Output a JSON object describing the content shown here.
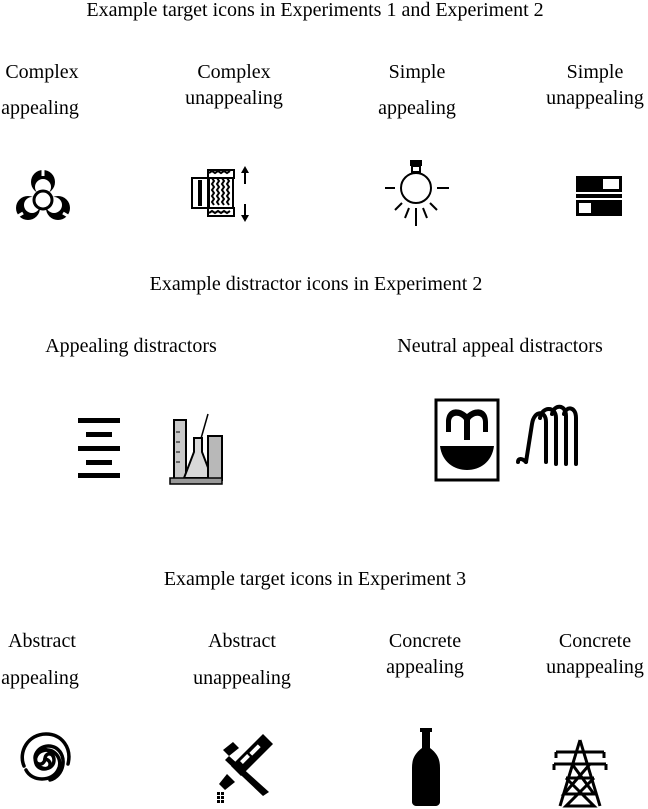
{
  "section1": {
    "heading": "Example target icons in Experiments 1 and Experiment 2",
    "labels": {
      "complex_appealing": {
        "line1": "Complex",
        "line2": "appealing"
      },
      "complex_unappealing": {
        "line1": "Complex",
        "line2": "unappealing"
      },
      "simple_appealing": {
        "line1": "Simple",
        "line2": "appealing"
      },
      "simple_unappealing": {
        "line1": "Simple",
        "line2": "unappealing"
      }
    },
    "icons": [
      "biohazard-icon",
      "compressor-icon",
      "light-bulb-icon",
      "blocks-icon"
    ]
  },
  "section2": {
    "heading": "Example distractor icons in Experiment 2",
    "appealing_label": "Appealing distractors",
    "neutral_label": "Neutral appeal distractors",
    "icons": [
      "center-align-icon",
      "lab-glassware-icon",
      "fountain-icon",
      "wave-hand-icon"
    ]
  },
  "section3": {
    "heading": "Example target icons in Experiment 3",
    "labels": {
      "abstract_appealing": {
        "line1": "Abstract",
        "line2": "appealing"
      },
      "abstract_unappealing": {
        "line1": "Abstract",
        "line2": "unappealing"
      },
      "concrete_appealing": {
        "line1": "Concrete",
        "line2": "appealing"
      },
      "concrete_unappealing": {
        "line1": "Concrete",
        "line2": "unappealing"
      }
    },
    "icons": [
      "spiral-icon",
      "brush-tools-icon",
      "bottle-icon",
      "power-pylon-icon"
    ]
  }
}
